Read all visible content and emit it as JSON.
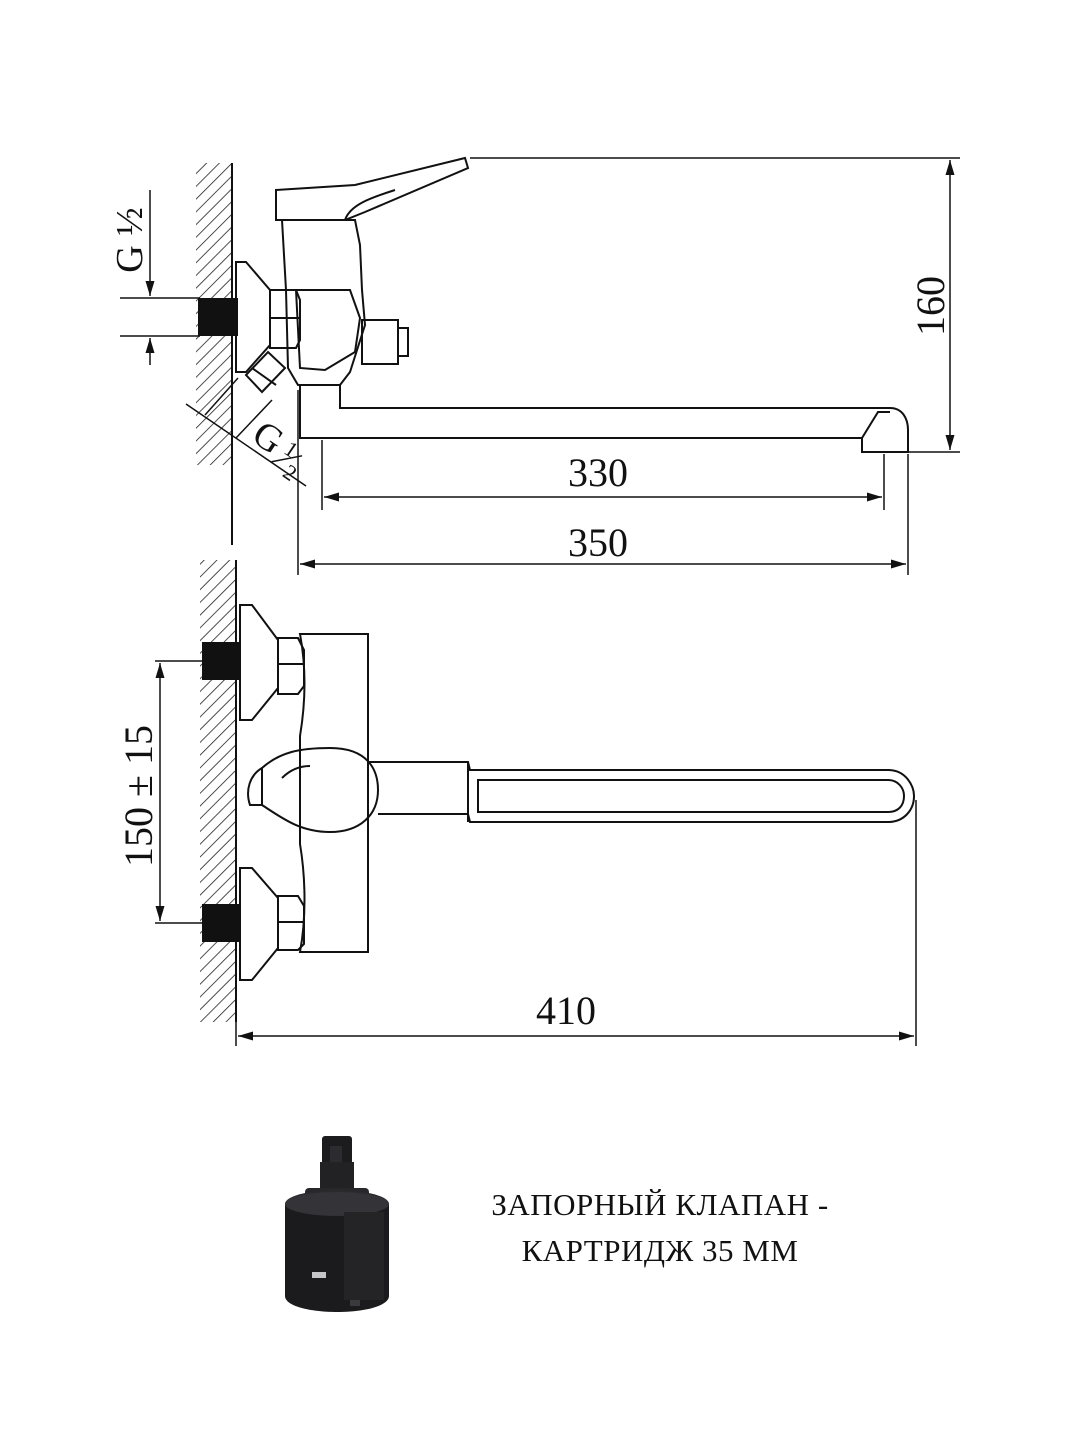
{
  "dimensions": {
    "height_top": "160",
    "spout_330": "330",
    "spout_350": "350",
    "inlet_distance": "150 ± 15",
    "overall_width": "410",
    "thread_vertical": "G ½",
    "thread_diagonal_g": "G",
    "thread_diagonal_fraction_num": "1",
    "thread_diagonal_fraction_den": "2"
  },
  "caption": {
    "line1": "ЗАПОРНЫЙ КЛАПАН -",
    "line2": "КАРТРИДЖ 35 ММ"
  },
  "cartridge": {
    "icon": "cartridge-icon",
    "color": "#1b1b1d"
  },
  "colors": {
    "line": "#111111",
    "background": "#ffffff"
  }
}
